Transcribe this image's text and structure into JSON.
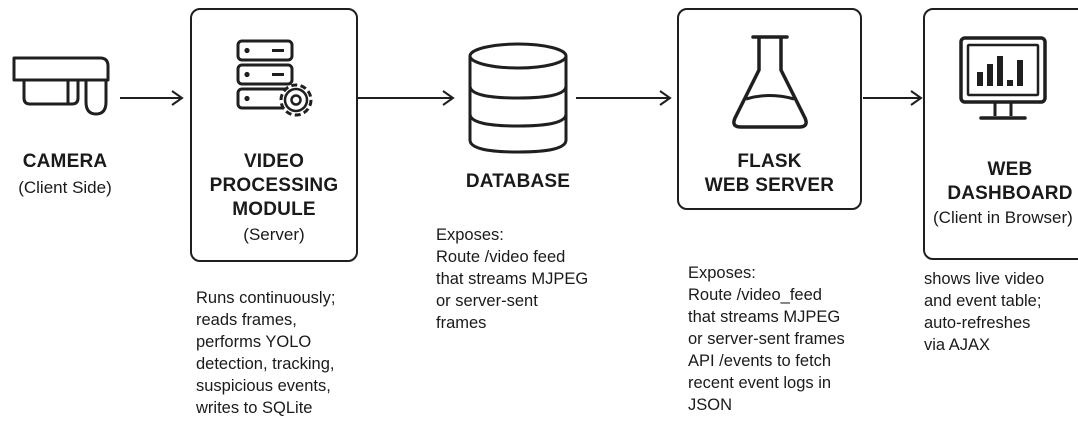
{
  "nodes": {
    "camera": {
      "title": "CAMERA",
      "subtitle": "(Client Side)",
      "icon": "camera-icon"
    },
    "video_processing": {
      "title_lines": [
        "VIDEO",
        "PROCESSING",
        "MODULE"
      ],
      "subtitle": "(Server)",
      "icon": "server-gear-icon",
      "description_lines": [
        "Runs continuously;",
        "reads frames,",
        "performs YOLO",
        "detection, tracking,",
        "suspicious events,",
        "writes to SQLite"
      ]
    },
    "database": {
      "title": "DATABASE",
      "icon": "database-icon",
      "description_lines": [
        "Exposes:",
        "Route /video feed",
        "that streams MJPEG",
        "or server-sent",
        "frames"
      ]
    },
    "flask": {
      "title_lines": [
        "FLASK",
        "WEB SERVER"
      ],
      "icon": "flask-icon",
      "description_lines": [
        "Exposes:",
        "Route /video_feed",
        "that streams MJPEG",
        "or server-sent frames"
      ],
      "api_lines": [
        "API /events to fetch",
        "recent event logs in",
        "JSON"
      ]
    },
    "dashboard": {
      "title_lines": [
        "WEB",
        "DASHBOARD"
      ],
      "subtitle": "(Client in Browser)",
      "icon": "monitor-chart-icon",
      "description_lines": [
        "shows live video",
        "and event table;",
        "auto-refreshes",
        "via AJAX"
      ]
    }
  },
  "colors": {
    "stroke": "#1f1f1f",
    "text": "#1a1a1a",
    "background": "#ffffff"
  }
}
